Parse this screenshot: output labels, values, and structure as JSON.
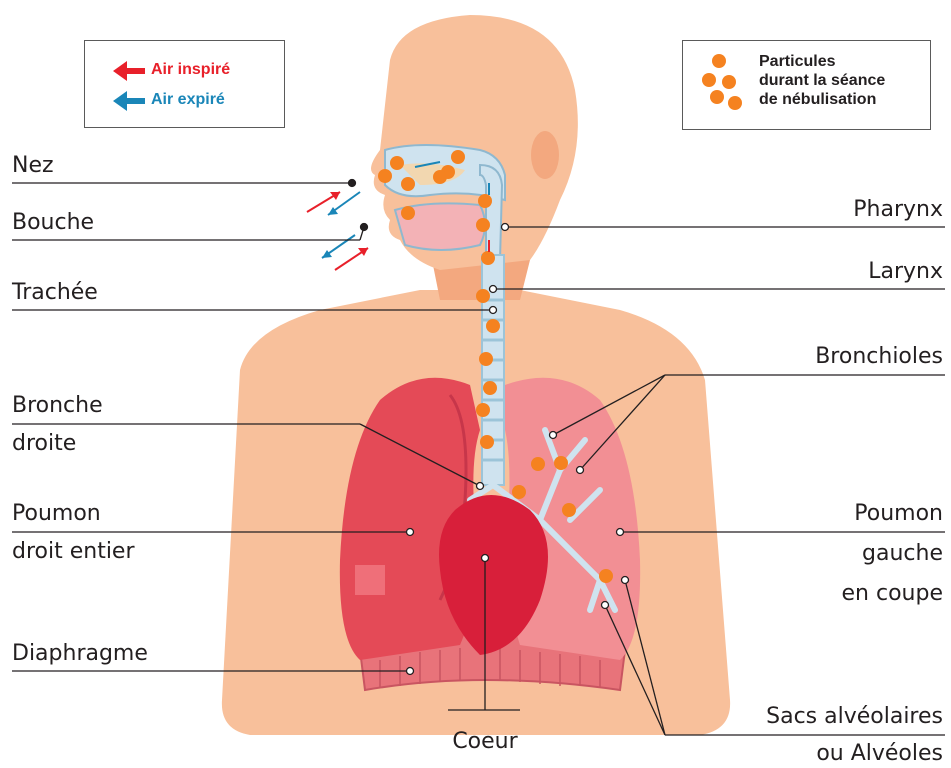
{
  "legend_air": {
    "inspired": "Air inspiré",
    "expired": "Air expiré",
    "inspired_color": "#e8202a",
    "expired_color": "#1a86b8"
  },
  "legend_particles": {
    "line1": "Particules",
    "line2": "durant la séance",
    "line3": "de nébulisation",
    "color": "#f58220"
  },
  "labels": {
    "nez": "Nez",
    "bouche": "Bouche",
    "trachee": "Trachée",
    "bronche_1": "Bronche",
    "bronche_2": "droite",
    "poumon_droit_1": "Poumon",
    "poumon_droit_2": "droit entier",
    "diaphragme": "Diaphragme",
    "pharynx": "Pharynx",
    "larynx": "Larynx",
    "bronchioles": "Bronchioles",
    "poumon_gauche_1": "Poumon",
    "poumon_gauche_2": "gauche",
    "poumon_gauche_3": "en coupe",
    "sacs_1": "Sacs alvéolaires",
    "sacs_2": "ou Alvéoles",
    "coeur": "Coeur"
  },
  "colors": {
    "skin": "#f8c09b",
    "skin_dark": "#f3a87f",
    "lung_right": "#e44a57",
    "lung_left": "#f28f94",
    "heart": "#d81f3a",
    "trachea": "#bfe0f0",
    "particle": "#f58220"
  }
}
